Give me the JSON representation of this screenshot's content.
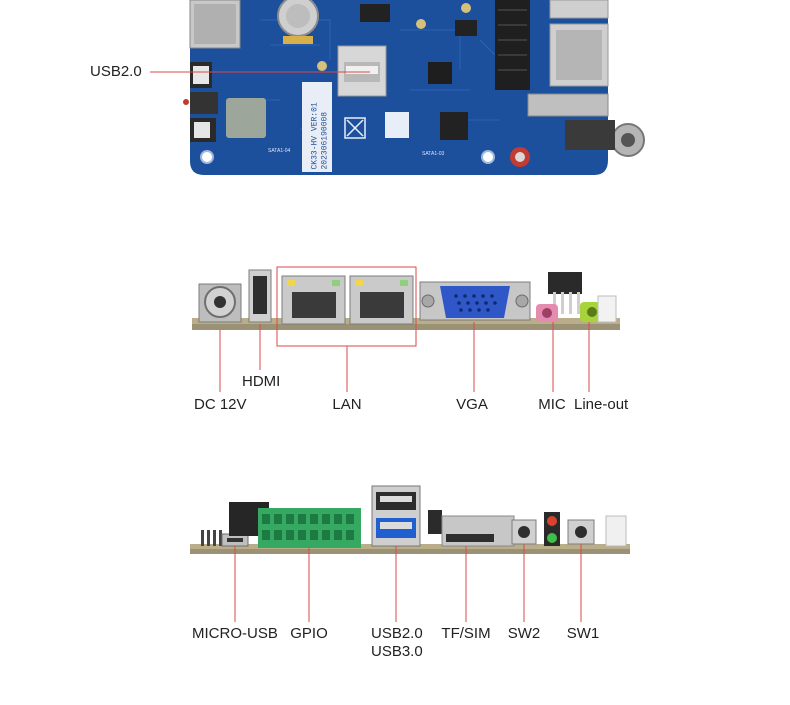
{
  "top_board": {
    "usb_label": "USB2.0",
    "silk": [
      "CK33-HV VER:01",
      "202306190008"
    ],
    "sata_labels": [
      "SATA1-04",
      "SATA1-03"
    ]
  },
  "middle_panel": {
    "labels": {
      "dc": "DC 12V",
      "hdmi": "HDMI",
      "lan": "LAN",
      "vga": "VGA",
      "mic": "MIC",
      "lineout": "Line-out"
    }
  },
  "bottom_panel": {
    "labels": {
      "micro_usb": "MICRO-USB",
      "gpio": "GPIO",
      "usb_line1": "USB2.0",
      "usb_line2": "USB3.0",
      "tfsim": "TF/SIM",
      "sw2": "SW2",
      "sw1": "SW1"
    }
  },
  "colors": {
    "pcb_blue": "#1c4f9c",
    "pcb_edge": "#b9ad8a",
    "callout_red": "#d94a4a",
    "gpio_green": "#35a862",
    "usb3_blue": "#1f5fd0",
    "vga_blue": "#2f57c8"
  }
}
